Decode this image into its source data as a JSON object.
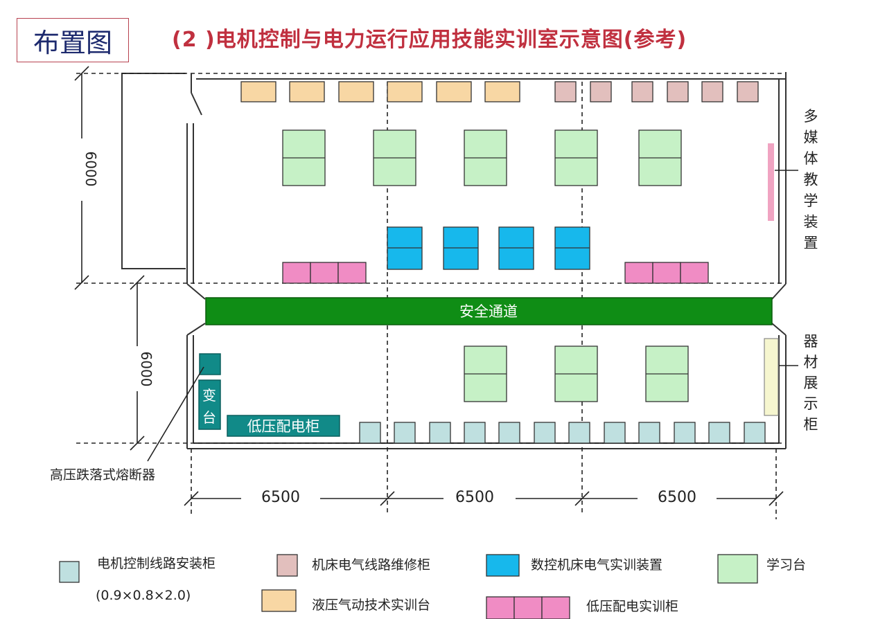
{
  "header": {
    "badge": "布置图",
    "title": "(2 )电机控制与电力运行应用技能实训室示意图(参考)"
  },
  "dimensions": {
    "upper_height": "6000",
    "lower_height": "6000",
    "widths": [
      "6500",
      "6500",
      "6500"
    ]
  },
  "labels": {
    "safety_aisle": "安全通道",
    "low_voltage_cabinet": "低压配电柜",
    "transformer_chars": [
      "变",
      "台"
    ],
    "fuse": "高压跌落式熔断器",
    "multimedia_chars": [
      "多",
      "媒",
      "体",
      "教",
      "学",
      "装",
      "置"
    ],
    "equipment_chars": [
      "器",
      "材",
      "展",
      "示",
      "柜"
    ]
  },
  "legend": [
    {
      "key": "motor",
      "text": "电机控制线路安装柜",
      "sub": "(0.9×0.8×2.0)"
    },
    {
      "key": "machine",
      "text": "机床电气线路维修柜"
    },
    {
      "key": "cnc",
      "text": "数控机床电气实训装置"
    },
    {
      "key": "desk",
      "text": "学习台"
    },
    {
      "key": "hydraulic",
      "text": "液压气动技术实训台"
    },
    {
      "key": "lowvtrain",
      "text": "低压配电实训柜"
    }
  ],
  "colors": {
    "hydraulic": "#f8d7a4",
    "machine": "#e2bfbd",
    "desk": "#c6f1c6",
    "cnc": "#17b8ec",
    "lowvtrain": "#f08cc4",
    "motor": "#bfe0e0",
    "aisle": "#0f8d15",
    "teal": "#118a88",
    "multimedia": "#f0a4c2",
    "equipment": "#f6f6cf",
    "title": "#c0303f",
    "badge_text": "#1d2a6e"
  }
}
